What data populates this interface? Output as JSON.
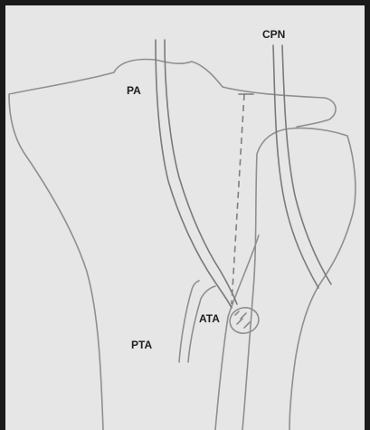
{
  "figure": {
    "labels": {
      "pa": "PA",
      "cpn": "CPN",
      "ata": "ATA",
      "pta": "PTA"
    },
    "colors": {
      "background": "#1a1a1a",
      "paper": "#e6e6e6",
      "line": "#8f8f8f",
      "text": "#1e1e1e"
    }
  }
}
